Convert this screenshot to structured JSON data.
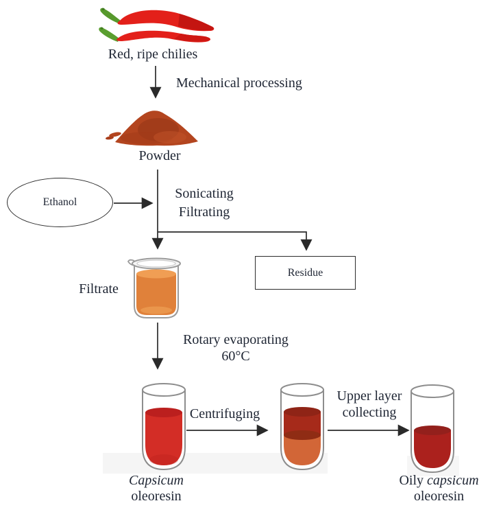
{
  "flow": {
    "source": {
      "label": "Red, ripe chilies"
    },
    "step_mechanical": {
      "label": "Mechanical processing"
    },
    "powder": {
      "label": "Powder"
    },
    "reagent": {
      "label": "Ethanol"
    },
    "step_sonicating": {
      "line1": "Sonicating",
      "line2": "Filtrating"
    },
    "residue": {
      "label": "Residue"
    },
    "filtrate": {
      "label": "Filtrate"
    },
    "step_rotary": {
      "line1": "Rotary evaporating",
      "line2": "60°C"
    },
    "product_oleoresin": {
      "line1_italic": "Capsicum",
      "line2": "oleoresin"
    },
    "step_centrifuging": {
      "label": "Centrifuging"
    },
    "step_upper_layer": {
      "line1": "Upper layer",
      "line2": "collecting"
    },
    "product_oily": {
      "line1_prefix": "Oily",
      "line1_italic": "capsicum",
      "line2": "oleoresin"
    }
  },
  "colors": {
    "text": "#1e2533",
    "line": "#2a2a2a",
    "chili_red": "#e3201a",
    "chili_dark_red": "#c41511",
    "stem_green": "#5a9e2f",
    "powder_rust": "#b3451f",
    "filtrate_orange": "#e0813a",
    "filtrate_surface": "#f09e54",
    "oleoresin_red": "#d32d26",
    "oleoresin_surface": "#bb1f1e",
    "upper_layer_dark_red": "#a62a1a",
    "lower_layer_orange": "#d26637",
    "oily_dark_red": "#ab211d",
    "glass_gray": "#8d8d8d"
  }
}
